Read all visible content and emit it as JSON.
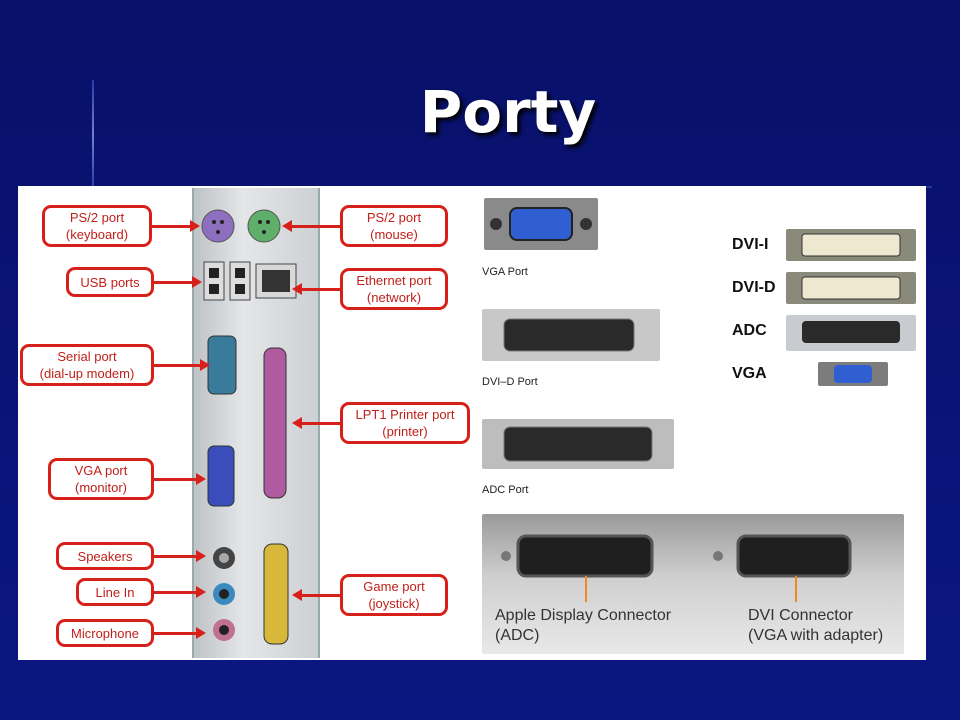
{
  "slide": {
    "title": "Porty"
  },
  "left_labels": {
    "ps2_keyboard": "PS/2 port\n(keyboard)",
    "ps2_mouse": "PS/2 port\n(mouse)",
    "usb": "USB ports",
    "ethernet": "Ethernet port\n(network)",
    "serial": "Serial port\n(dial-up modem)",
    "lpt1": "LPT1 Printer port\n(printer)",
    "vga": "VGA port\n(monitor)",
    "speakers": "Speakers",
    "line_in": "Line In",
    "microphone": "Microphone",
    "game": "Game port\n(joystick)"
  },
  "port_captions": {
    "vga_port": "VGA Port",
    "dvid_port": "DVI–D Port",
    "adc_port": "ADC Port"
  },
  "right_labels": [
    "DVI-I",
    "DVI-D",
    "ADC",
    "VGA"
  ],
  "bottom_captions": {
    "apple": "Apple Display Connector\n(ADC)",
    "dvi": "DVI Connector\n(VGA with adapter)"
  },
  "colors": {
    "label_red": "#d8201a",
    "background": "#0a1478"
  }
}
